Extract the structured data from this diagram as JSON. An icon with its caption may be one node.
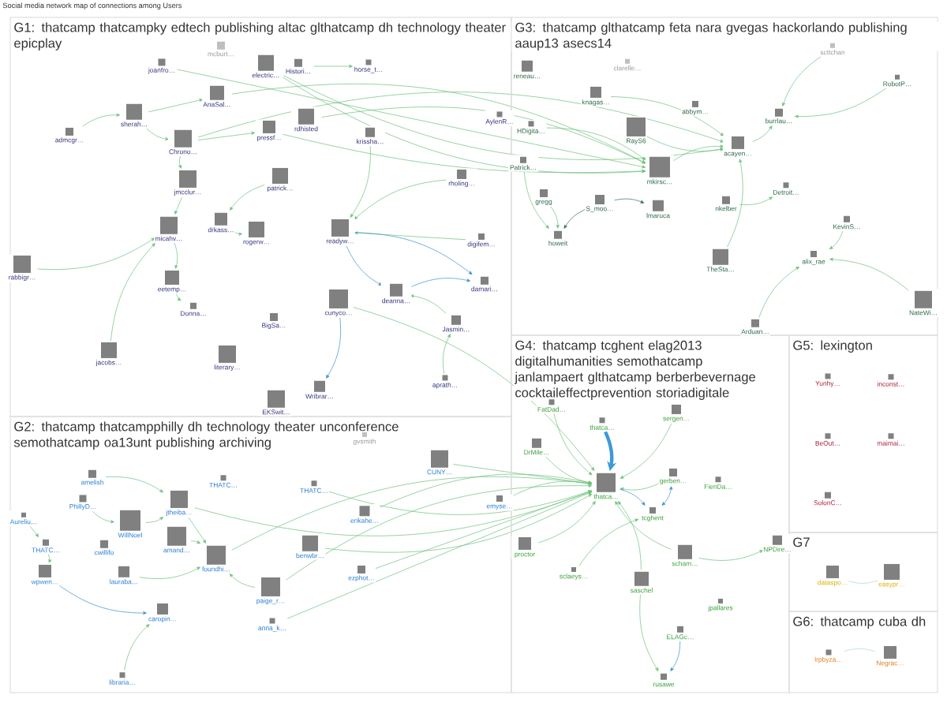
{
  "diagram": {
    "title": "Social media network map of connections among Users",
    "nodes": [
      {
        "text": [
          "G1: thatcamp thatcampky edtech publishing altac glthatcamp dh technology theater epicplay"
        ]
      },
      {
        "text": [
          "G2: thatcamp thatcampphilly dh technology theater unconference semothatcamp oa13unt publishing archiving"
        ]
      },
      {
        "text": [
          "G3: thatcamp glthatcamp feta nara gvegas hackorlando publishing aaup13 asecs14"
        ]
      },
      {
        "text": [
          "G4: thatcamp tcghent elag2013 digitalhumanities semothatcamp janlampaert glthatcamp berberbevernage cocktaileffectprevention storiadigitale"
        ]
      },
      {
        "text": [
          "G5: lexington"
        ]
      },
      {
        "text": [
          "G7"
        ]
      },
      {
        "text": [
          "G6: thatcamp cuba dh"
        ]
      },
      {
        "text": [
          "mcburt…"
        ],
        "in": 0
      },
      {
        "text": [
          "joanfro…"
        ],
        "in": 0
      },
      {
        "text": [
          "electric…"
        ],
        "in": 0
      },
      {
        "text": [
          "Histori…"
        ],
        "in": 0
      },
      {
        "text": [
          "horse_t…"
        ],
        "in": 0
      },
      {
        "text": [
          "AnaSal…"
        ],
        "in": 0
      },
      {
        "text": [
          "sherah…"
        ],
        "in": 0
      },
      {
        "text": [
          "rdhisted"
        ],
        "in": 0
      },
      {
        "text": [
          "admcgr…"
        ],
        "in": 0
      },
      {
        "text": [
          "Chrono…"
        ],
        "in": 0
      },
      {
        "text": [
          "pressf…"
        ],
        "in": 0
      },
      {
        "text": [
          "krissha…"
        ],
        "in": 0
      },
      {
        "text": [
          "AylenR…"
        ],
        "in": 0
      },
      {
        "text": [
          "patrick…"
        ],
        "in": 0
      },
      {
        "text": [
          "jmcclur…"
        ],
        "in": 0
      },
      {
        "text": [
          "rholing…"
        ],
        "in": 0
      },
      {
        "text": [
          "micahv…"
        ],
        "in": 0
      },
      {
        "text": [
          "drkass…"
        ],
        "in": 0
      },
      {
        "text": [
          "rogerw…"
        ],
        "in": 0
      },
      {
        "text": [
          "readyw…"
        ],
        "in": 0
      },
      {
        "text": [
          "digifem…"
        ],
        "in": 0
      },
      {
        "text": [
          "rabbigr…"
        ],
        "in": 0
      },
      {
        "text": [
          "eetemp…"
        ],
        "in": 0
      },
      {
        "text": [
          "damari…"
        ],
        "in": 0
      },
      {
        "text": [
          "deanna…"
        ],
        "in": 0
      },
      {
        "text": [
          "cunyco…"
        ],
        "in": 0
      },
      {
        "text": [
          "Donna…"
        ],
        "in": 0
      },
      {
        "text": [
          "BigSa…"
        ],
        "in": 0
      },
      {
        "text": [
          "Jasmin…"
        ],
        "in": 0
      },
      {
        "text": [
          "jacobs…"
        ],
        "in": 0
      },
      {
        "text": [
          "literary…"
        ],
        "in": 0
      },
      {
        "text": [
          "aprath…"
        ],
        "in": 0
      },
      {
        "text": [
          "Wribrar…"
        ],
        "in": 0
      },
      {
        "text": [
          "EKSwit…"
        ],
        "in": 0
      },
      {
        "text": [
          "gvsmith"
        ],
        "in": 1
      },
      {
        "text": [
          "CUNY…"
        ],
        "in": 1
      },
      {
        "text": [
          "amelish"
        ],
        "in": 1
      },
      {
        "text": [
          "THATC…"
        ],
        "in": 1
      },
      {
        "text": [
          "THATC…"
        ],
        "in": 1
      },
      {
        "text": [
          "PhillyD…"
        ],
        "in": 1
      },
      {
        "text": [
          "jtheiba…"
        ],
        "in": 1
      },
      {
        "text": [
          "erikahe…"
        ],
        "in": 1
      },
      {
        "text": [
          "Aureliu…"
        ],
        "in": 1
      },
      {
        "text": [
          "WillNoel"
        ],
        "in": 1
      },
      {
        "text": [
          "emyse…"
        ],
        "in": 1
      },
      {
        "text": [
          "amand…"
        ],
        "in": 1
      },
      {
        "text": [
          "THATC…"
        ],
        "in": 1
      },
      {
        "text": [
          "cwillifo"
        ],
        "in": 1
      },
      {
        "text": [
          "benwbr…"
        ],
        "in": 1
      },
      {
        "text": [
          "foundhi…"
        ],
        "in": 1
      },
      {
        "text": [
          "wpwen…"
        ],
        "in": 1
      },
      {
        "text": [
          "lauraba…"
        ],
        "in": 1
      },
      {
        "text": [
          "ezphot…"
        ],
        "in": 1
      },
      {
        "text": [
          "paige_r…"
        ],
        "in": 1
      },
      {
        "text": [
          "caropin…"
        ],
        "in": 1
      },
      {
        "text": [
          "anna_k…"
        ],
        "in": 1
      },
      {
        "text": [
          "libraria…"
        ],
        "in": 1
      },
      {
        "text": [
          "clarelle…"
        ],
        "in": 2
      },
      {
        "text": [
          "scttchan"
        ],
        "in": 2
      },
      {
        "text": [
          "reneau…"
        ],
        "in": 2
      },
      {
        "text": [
          "RobotP…"
        ],
        "in": 2
      },
      {
        "text": [
          "knagas…"
        ],
        "in": 2
      },
      {
        "text": [
          "abbym…"
        ],
        "in": 2
      },
      {
        "text": [
          "burrlau…"
        ],
        "in": 2
      },
      {
        "text": [
          "HDigita…"
        ],
        "in": 2
      },
      {
        "text": [
          "RayS6"
        ],
        "in": 2
      },
      {
        "text": [
          "acayen…"
        ],
        "in": 2
      },
      {
        "text": [
          "Patrick…"
        ],
        "in": 2
      },
      {
        "text": [
          "mkirsc…"
        ],
        "in": 2
      },
      {
        "text": [
          "Detroit…"
        ],
        "in": 2
      },
      {
        "text": [
          "gregg"
        ],
        "in": 2
      },
      {
        "text": [
          "S_moo…"
        ],
        "in": 2
      },
      {
        "text": [
          "lmaruca"
        ],
        "in": 2
      },
      {
        "text": [
          "nkelber"
        ],
        "in": 2
      },
      {
        "text": [
          "KevinS…"
        ],
        "in": 2
      },
      {
        "text": [
          "howeit"
        ],
        "in": 2
      },
      {
        "text": [
          "alix_rae"
        ],
        "in": 2
      },
      {
        "text": [
          "TheSta…"
        ],
        "in": 2
      },
      {
        "text": [
          "NateWi…"
        ],
        "in": 2
      },
      {
        "text": [
          "Arduan…"
        ],
        "in": 2
      },
      {
        "text": [
          "FatDad…"
        ],
        "in": 3
      },
      {
        "text": [
          "thatca…"
        ],
        "in": 3
      },
      {
        "text": [
          "sergen…"
        ],
        "in": 3
      },
      {
        "text": [
          "DrMile…"
        ],
        "in": 3
      },
      {
        "text": [
          "thatca…"
        ],
        "in": 3
      },
      {
        "text": [
          "gerben…"
        ],
        "in": 3
      },
      {
        "text": [
          "FienDa…"
        ],
        "in": 3
      },
      {
        "text": [
          "tcghent"
        ],
        "in": 3
      },
      {
        "text": [
          "NPDire…"
        ],
        "in": 3
      },
      {
        "text": [
          "proctor"
        ],
        "in": 3
      },
      {
        "text": [
          "scham…"
        ],
        "in": 3
      },
      {
        "text": [
          "sclaeys…"
        ],
        "in": 3
      },
      {
        "text": [
          "saschel"
        ],
        "in": 3
      },
      {
        "text": [
          "jpallares"
        ],
        "in": 3
      },
      {
        "text": [
          "ELAGc…"
        ],
        "in": 3
      },
      {
        "text": [
          "rusawe"
        ],
        "in": 3
      },
      {
        "text": [
          "Yunhy…"
        ],
        "in": 4
      },
      {
        "text": [
          "inconst…"
        ],
        "in": 4
      },
      {
        "text": [
          "BeOut…"
        ],
        "in": 4
      },
      {
        "text": [
          "maimai…"
        ],
        "in": 4
      },
      {
        "text": [
          "SolonC…"
        ],
        "in": 4
      },
      {
        "text": [
          "dataspo…"
        ],
        "in": 5
      },
      {
        "text": [
          "easypr…"
        ],
        "in": 5
      },
      {
        "text": [
          "lrpbyza…"
        ],
        "in": 6
      },
      {
        "text": [
          "Negrac…"
        ],
        "in": 6
      }
    ],
    "edges": [
      {
        "from": 88,
        "to": 91,
        "arrow": "to",
        "style": "thick",
        "color": "#3a9ad9"
      },
      {
        "from": 87,
        "to": 91,
        "arrow": "to"
      },
      {
        "from": 89,
        "to": 91,
        "arrow": "to"
      },
      {
        "from": 90,
        "to": 91,
        "arrow": "to"
      },
      {
        "from": 92,
        "to": 91,
        "arrow": "to"
      },
      {
        "from": 96,
        "to": 91,
        "arrow": "to"
      },
      {
        "from": 97,
        "to": 91,
        "arrow": "to"
      },
      {
        "from": 99,
        "to": 91,
        "arrow": "to"
      },
      {
        "from": 55,
        "to": 91,
        "arrow": "to"
      },
      {
        "from": 59,
        "to": 91,
        "arrow": "to"
      },
      {
        "from": 60,
        "to": 91,
        "arrow": "to"
      },
      {
        "from": 42,
        "to": 91,
        "arrow": "to"
      },
      {
        "from": 62,
        "to": 91,
        "arrow": "to"
      },
      {
        "from": 49,
        "to": 53,
        "arrow": "to"
      },
      {
        "from": 51,
        "to": 91,
        "arrow": "to"
      },
      {
        "from": 45,
        "to": 91,
        "arrow": "to"
      },
      {
        "from": 48,
        "to": 91,
        "arrow": "to"
      },
      {
        "from": 27,
        "to": 26,
        "arrow": "to"
      },
      {
        "from": 32,
        "to": 91,
        "arrow": "to"
      },
      {
        "from": 47,
        "to": 91,
        "arrow": "to"
      },
      {
        "from": 56,
        "to": 91,
        "arrow": "to"
      },
      {
        "from": 13,
        "to": 12,
        "arrow": "to"
      },
      {
        "from": 16,
        "to": 17,
        "arrow": "to"
      },
      {
        "from": 9,
        "to": 75,
        "arrow": "to"
      },
      {
        "from": 12,
        "to": 75,
        "arrow": "to"
      },
      {
        "from": 14,
        "to": 75,
        "arrow": "to"
      },
      {
        "from": 17,
        "to": 75,
        "arrow": "to"
      },
      {
        "from": 20,
        "to": 24,
        "arrow": "to"
      },
      {
        "from": 8,
        "to": 75,
        "arrow": "to"
      },
      {
        "from": 10,
        "to": 11,
        "arrow": "to"
      },
      {
        "from": 16,
        "to": 73,
        "arrow": "to"
      },
      {
        "from": 9,
        "to": 73,
        "arrow": "to"
      },
      {
        "from": 68,
        "to": 73,
        "arrow": "to"
      },
      {
        "from": 72,
        "to": 73,
        "arrow": "to"
      },
      {
        "from": 75,
        "to": 73,
        "arrow": "to"
      },
      {
        "from": 65,
        "to": 70,
        "arrow": "to"
      },
      {
        "from": 67,
        "to": 70,
        "arrow": "to"
      },
      {
        "from": 73,
        "to": 70,
        "arrow": "to"
      },
      {
        "from": 26,
        "to": 30,
        "arrow": "to",
        "color": "#3a8fc8"
      },
      {
        "from": 26,
        "to": 31,
        "arrow": "to",
        "color": "#3a8fc8"
      },
      {
        "from": 31,
        "to": 30,
        "arrow": "to",
        "color": "#3a8fc8"
      },
      {
        "from": 78,
        "to": 82,
        "arrow": "to",
        "color": "#2f6f55"
      },
      {
        "from": 78,
        "to": 79,
        "arrow": "to",
        "color": "#2f6f55"
      },
      {
        "from": 94,
        "to": 92,
        "arrow": "both",
        "color": "#3a8fc8"
      },
      {
        "from": 91,
        "to": 94,
        "arrow": "to",
        "color": "#3a8fc8"
      },
      {
        "from": 99,
        "to": 102,
        "arrow": "to"
      },
      {
        "from": 101,
        "to": 102,
        "arrow": "to",
        "color": "#3a8fc8"
      },
      {
        "from": 97,
        "to": 95,
        "arrow": "to"
      },
      {
        "from": 98,
        "to": 94,
        "arrow": "to"
      },
      {
        "from": 47,
        "to": 56,
        "arrow": "to"
      },
      {
        "from": 52,
        "to": 56,
        "arrow": "to"
      },
      {
        "from": 50,
        "to": 47,
        "arrow": "to"
      },
      {
        "from": 43,
        "to": 47,
        "arrow": "to"
      },
      {
        "from": 57,
        "to": 61,
        "arrow": "to",
        "color": "#3a8fc8"
      },
      {
        "from": 63,
        "to": 61,
        "arrow": "to"
      },
      {
        "from": 58,
        "to": 56,
        "arrow": "to"
      },
      {
        "from": 53,
        "to": 57,
        "arrow": "to"
      },
      {
        "from": 46,
        "to": 50,
        "arrow": "to"
      },
      {
        "from": 60,
        "to": 56,
        "arrow": "to"
      },
      {
        "from": 16,
        "to": 21,
        "arrow": "to"
      },
      {
        "from": 21,
        "to": 23,
        "arrow": "to"
      },
      {
        "from": 13,
        "to": 16,
        "arrow": "to"
      },
      {
        "from": 23,
        "to": 29,
        "arrow": "to"
      },
      {
        "from": 24,
        "to": 25,
        "arrow": "to"
      },
      {
        "from": 32,
        "to": 39,
        "arrow": "to",
        "color": "#3a8fc8"
      },
      {
        "from": 29,
        "to": 33,
        "arrow": "to"
      },
      {
        "from": 36,
        "to": 23,
        "arrow": "to"
      },
      {
        "from": 28,
        "to": 23,
        "arrow": "to"
      },
      {
        "from": 15,
        "to": 13,
        "arrow": "to"
      },
      {
        "from": 35,
        "to": 31,
        "arrow": "to"
      },
      {
        "from": 38,
        "to": 35,
        "arrow": "to"
      },
      {
        "from": 22,
        "to": 26,
        "arrow": "to"
      },
      {
        "from": 18,
        "to": 26,
        "arrow": "to"
      },
      {
        "from": 74,
        "to": 82,
        "arrow": "to"
      },
      {
        "from": 77,
        "to": 82,
        "arrow": "to"
      },
      {
        "from": 80,
        "to": 76,
        "arrow": "to"
      },
      {
        "from": 81,
        "to": 83,
        "arrow": "to"
      },
      {
        "from": 84,
        "to": 73,
        "arrow": "to"
      },
      {
        "from": 86,
        "to": 83,
        "arrow": "to"
      },
      {
        "from": 85,
        "to": 83,
        "arrow": "to"
      },
      {
        "from": 71,
        "to": 75,
        "arrow": "to"
      },
      {
        "from": 108,
        "to": 109,
        "arrow": "none",
        "color": "#a8d8c8"
      },
      {
        "from": 110,
        "to": 111,
        "arrow": "none",
        "color": "#a8d8c8"
      }
    ]
  }
}
